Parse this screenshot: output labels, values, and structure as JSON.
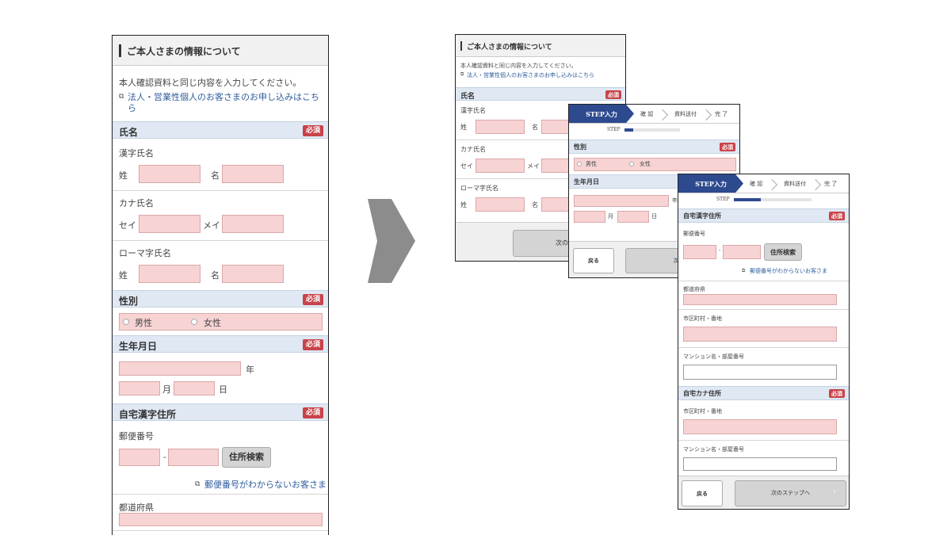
{
  "colors": {
    "accent_navy": "#2d4a8f",
    "required_red": "#c8434a",
    "input_pink": "#f7d3d4",
    "section_blue": "#dfe8f3",
    "arrow_gray": "#8c8c8c"
  },
  "left": {
    "title": "ご本人さまの情報について",
    "intro": "本人確認資料と同じ内容を入力してください。",
    "corp_link_line1": "法人・営業性個人のお客さまのお申し込みはこち",
    "corp_link_line2": "ら",
    "name_section": "氏名",
    "kanji_name": "漢字氏名",
    "sei": "姓",
    "mei": "名",
    "kana_name": "カナ氏名",
    "kana_sei": "セイ",
    "kana_mei": "メイ",
    "roma_name": "ローマ字氏名",
    "gender_section": "性別",
    "male": "男性",
    "female": "女性",
    "birth_section": "生年月日",
    "year": "年",
    "month": "月",
    "day": "日",
    "address_section": "自宅漢字住所",
    "postal_code": "郵便番号",
    "dash": "-",
    "address_search": "住所検索",
    "postal_unknown_link": "郵便番号がわからないお客さま",
    "prefecture": "都道府県",
    "required": "必須"
  },
  "screen1": {
    "title": "ご本人さまの情報について",
    "intro": "本人確認資料と同じ内容を入力してください。",
    "corp_link": "法人・営業性個人のお客さまのお申し込みはこちら",
    "name_section": "氏名",
    "kanji_name": "漢字氏名",
    "sei": "姓",
    "mei": "名",
    "kana_name": "カナ氏名",
    "kana_sei": "セイ",
    "kana_mei": "メイ",
    "roma_name": "ローマ字氏名",
    "next": "次のステ",
    "required": "必須"
  },
  "screen2": {
    "step_active": "STEP入力",
    "step_confirm": "確 認",
    "step_docs": "資料送付",
    "step_done": "完 了",
    "step_label": "STEP",
    "progress": 0.15,
    "gender_section": "性別",
    "male": "男性",
    "female": "女性",
    "birth_section": "生年月日",
    "year": "年",
    "month": "月",
    "day": "日",
    "back": "戻る",
    "next": "次のス",
    "required": "必須"
  },
  "screen3": {
    "step_active": "STEP入力",
    "step_confirm": "確 認",
    "step_docs": "資料送付",
    "step_done": "完 了",
    "step_label": "STEP",
    "progress": 0.35,
    "address_section": "自宅漢字住所",
    "postal_code": "郵便番号",
    "dash": "-",
    "address_search": "住所検索",
    "postal_unknown_link": "郵便番号がわからないお客さま",
    "prefecture": "都道府県",
    "city_street": "市区町村・番地",
    "building": "マンション名・部屋番号",
    "kana_section": "自宅カナ住所",
    "kana_city_street": "市区町村・番地",
    "kana_building": "マンション名・部屋番号",
    "back": "戻る",
    "next": "次のステップへ",
    "required": "必須"
  }
}
